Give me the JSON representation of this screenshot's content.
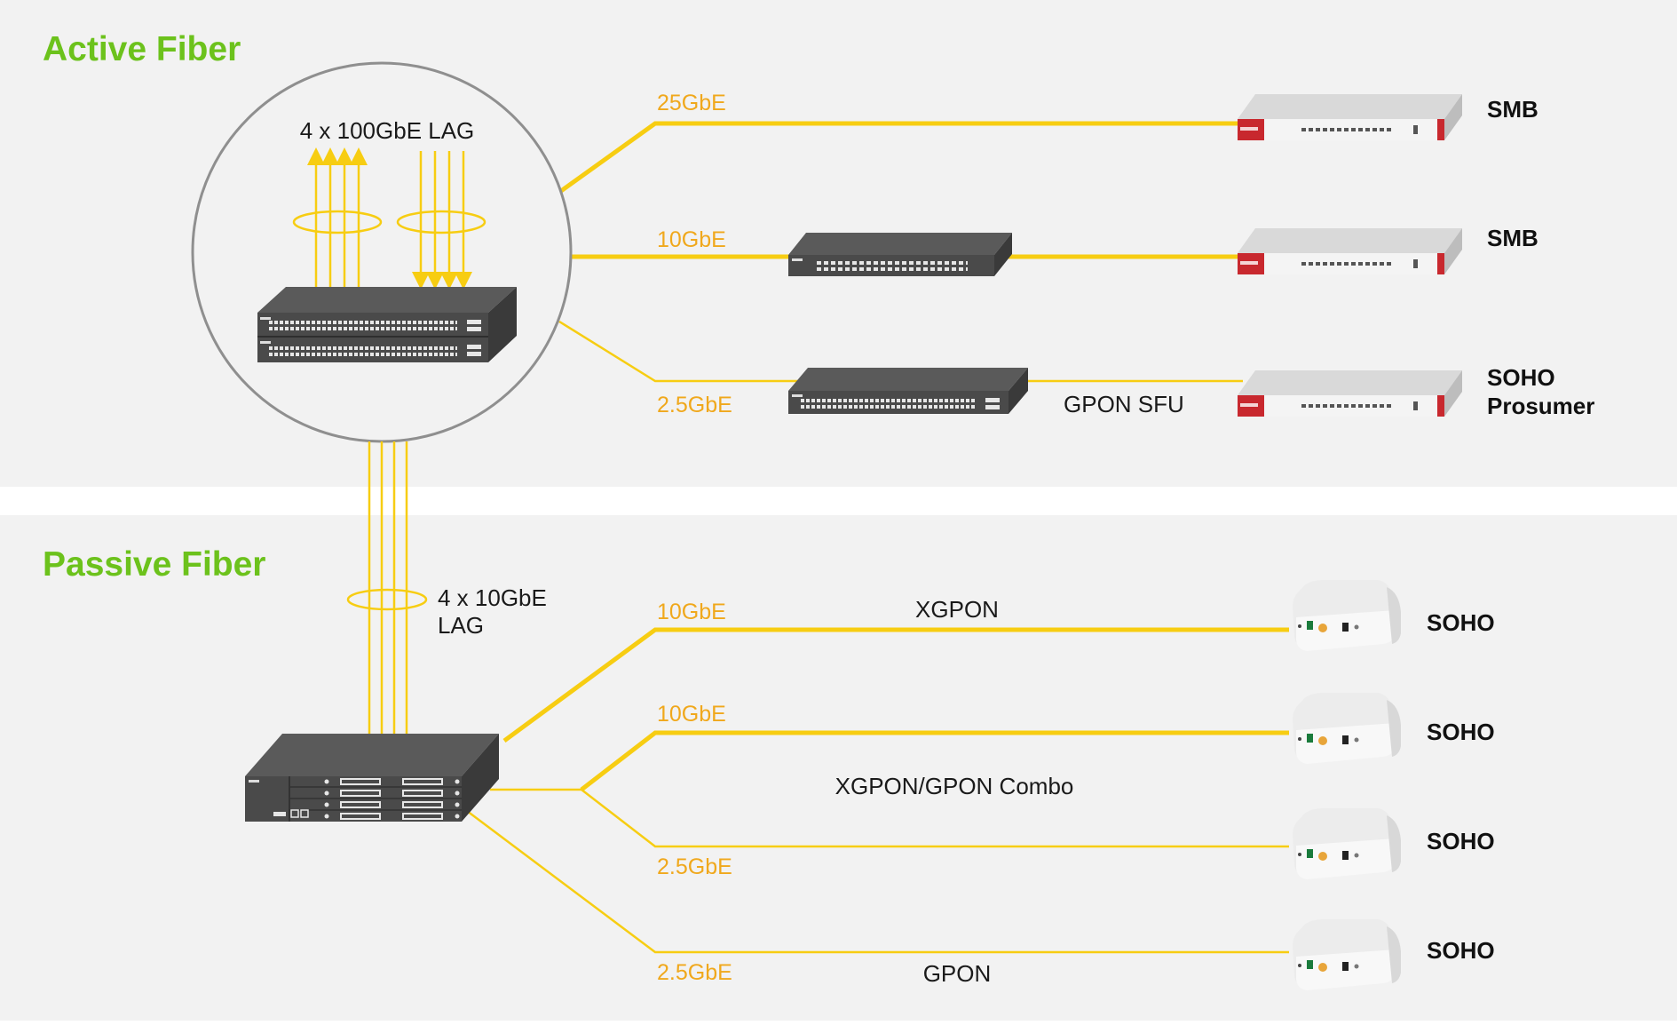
{
  "colors": {
    "section_title": "#6cc21c",
    "speed": "#f0a81c",
    "fiber": "#f7cd12",
    "panel": "#f2f2f2",
    "switch_dark": "#4a4a4a",
    "appliance_red": "#c8282e"
  },
  "active_fiber": {
    "title": "Active Fiber",
    "core_label": "4 x 100GbE LAG",
    "links": [
      {
        "speed": "25GbE",
        "client": "SMB"
      },
      {
        "speed": "10GbE",
        "client": "SMB"
      },
      {
        "speed": "2.5GbE",
        "mid_label": "GPON SFU",
        "client_line1": "SOHO",
        "client_line2": "Prosumer"
      }
    ]
  },
  "passive_fiber": {
    "title": "Passive Fiber",
    "uplink_label_line1": "4 x 10GbE",
    "uplink_label_line2": "LAG",
    "links": [
      {
        "speed": "10GbE",
        "mid_label": "XGPON",
        "client": "SOHO"
      },
      {
        "speed": "10GbE",
        "client": "SOHO"
      },
      {
        "speed": "2.5GbE",
        "client": "SOHO"
      },
      {
        "speed": "2.5GbE",
        "mid_label": "GPON",
        "client": "SOHO"
      }
    ],
    "combo_label": "XGPON/GPON Combo"
  },
  "icons": {
    "core_switch": "stacked-core-switch-icon",
    "access_switch": "access-switch-icon",
    "olt": "olt-chassis-icon",
    "firewall": "firewall-appliance-icon",
    "ont": "ont-router-icon",
    "lag": "lag-ring-icon"
  }
}
